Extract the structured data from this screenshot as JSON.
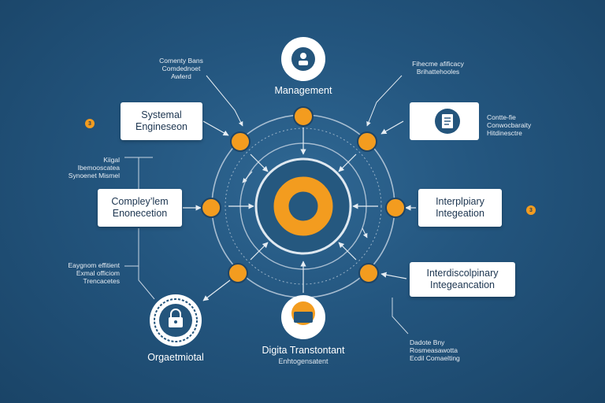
{
  "top_node": {
    "label": "Management",
    "icon": "person-icon"
  },
  "bottom_node": {
    "label": "Digita Transtontant",
    "sublabel": "Enhtogensatent",
    "icon": "box-icon"
  },
  "lock_node": {
    "label": "Orgaetmiotal",
    "icon": "lock-icon"
  },
  "boxes": {
    "systemal": {
      "line1": "Systemal",
      "line2": "Engineseon"
    },
    "complex": {
      "line1": "Compley’lem",
      "line2": "Enonecetion"
    },
    "interplinary": {
      "line1": "Interplpiary",
      "line2": "Integeation"
    },
    "interdisciplinary": {
      "line1": "Interdiscolpinary",
      "line2": "Integeancation"
    }
  },
  "notes": {
    "top_left": [
      "Comenty Bans",
      "Comdednoet",
      "Awlerd"
    ],
    "top_right": [
      "Fihecme afificacy",
      "Brihattehooles"
    ],
    "mid_left": [
      "Kiigal",
      "Ibemooscatea",
      "Synoenet Mismel"
    ],
    "lower_left": [
      "Eaygnom effitient",
      "Exmal officiom",
      "Trencacetes"
    ],
    "right_icon": [
      "Contte-fie",
      "Conwocbaraity",
      "Hitdinesctre"
    ],
    "bottom_right": [
      "Dadote Bny",
      "Rosmeasawotta",
      "Ecdil Comaelting"
    ]
  },
  "markers": {
    "left": "3",
    "right": "3"
  },
  "colors": {
    "accent": "#f39c1f",
    "background": "#23557e",
    "ring": "#c8d6e3"
  }
}
